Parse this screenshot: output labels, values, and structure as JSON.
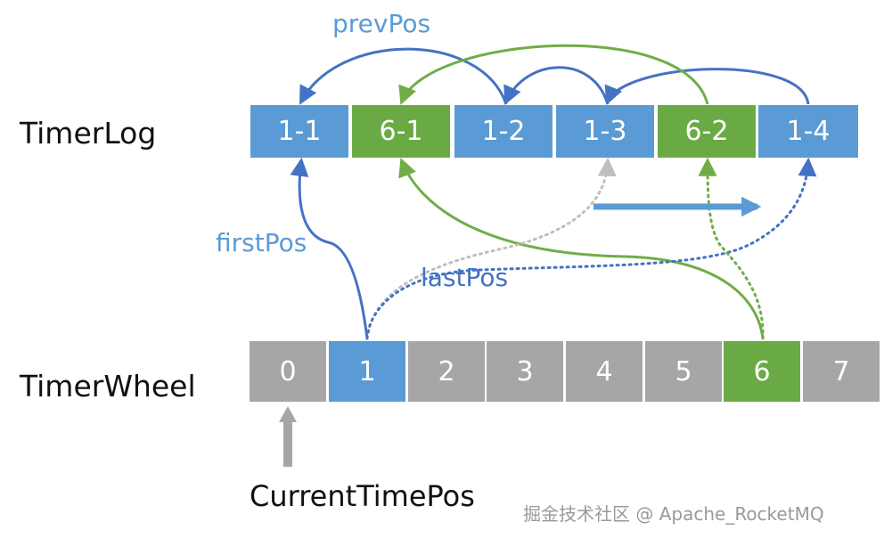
{
  "labels": {
    "timer_log": "TimerLog",
    "timer_wheel": "TimerWheel",
    "current_time_pos": "CurrentTimePos",
    "prev_pos": "prevPos",
    "first_pos": "firstPos",
    "last_pos": "lastPos"
  },
  "timer_log": {
    "cells": [
      {
        "label": "1-1",
        "slot": "1"
      },
      {
        "label": "6-1",
        "slot": "6"
      },
      {
        "label": "1-2",
        "slot": "1"
      },
      {
        "label": "1-3",
        "slot": "1"
      },
      {
        "label": "6-2",
        "slot": "6"
      },
      {
        "label": "1-4",
        "slot": "1"
      }
    ]
  },
  "timer_wheel": {
    "slots": [
      "0",
      "1",
      "2",
      "3",
      "4",
      "5",
      "6",
      "7"
    ],
    "current_slot": "0"
  },
  "colors": {
    "blue": "#5b9bd5",
    "green": "#6aaa45",
    "gray": "#a6a6a6",
    "arrow_blue": "#4472c4",
    "arrow_green": "#70ad47",
    "dotted_gray": "#bfbfbf"
  },
  "watermark": "掘金技术社区 @ Apache_RocketMQ"
}
